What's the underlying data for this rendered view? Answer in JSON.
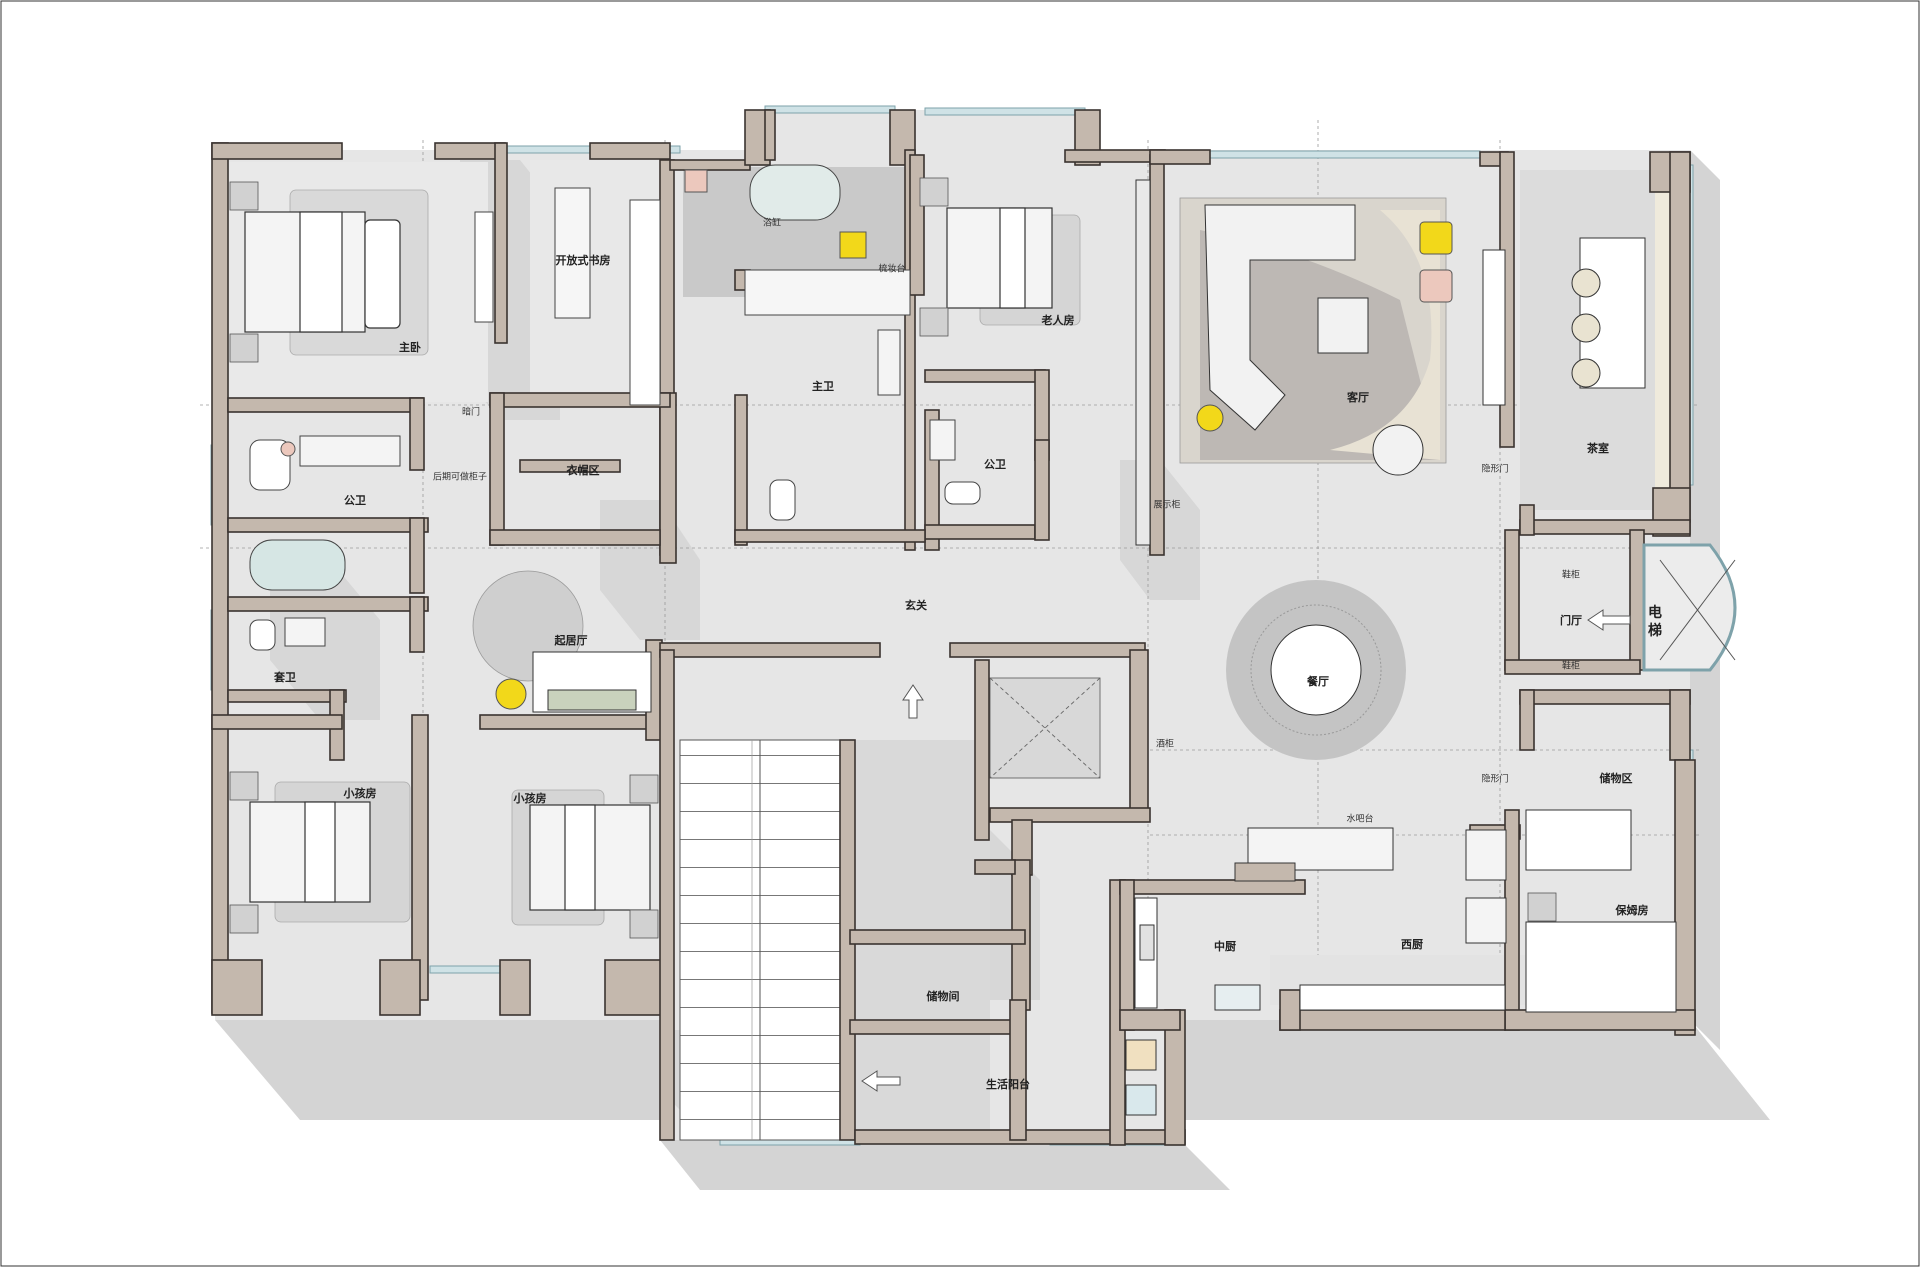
{
  "labels": {
    "master_bedroom": "主卧",
    "open_study": "开放式书房",
    "master_bath": "主卫",
    "bathtub": "浴缸",
    "vanity": "梳妆台",
    "elder_room": "老人房",
    "hidden_door_1": "暗门",
    "cloakroom": "衣帽区",
    "rear_cabinet": "后期可做柜子",
    "public_bath_left": "公卫",
    "public_bath_mid": "公卫",
    "display_cabinet": "展示柜",
    "living_room": "客厅",
    "hidden_door_2": "隐形门",
    "tea_room": "茶室",
    "entrance": "玄关",
    "family_room": "起居厅",
    "suite_bath": "套卫",
    "dining_room": "餐厅",
    "shoe_cabinet_1": "鞋柜",
    "foyer": "门厅",
    "elevator_1": "电",
    "elevator_2": "梯",
    "shoe_cabinet_2": "鞋柜",
    "kids_room_1": "小孩房",
    "kids_room_2": "小孩房",
    "wine_cabinet": "酒柜",
    "hidden_door_3": "隐形门",
    "storage_area": "储物区",
    "water_bar": "水吧台",
    "chinese_kitchen": "中厨",
    "western_kitchen": "西厨",
    "nanny_room": "保姆房",
    "storage_room": "储物间",
    "service_balcony": "生活阳台"
  },
  "colors": {
    "wall": "#c4b8ad",
    "wall_line": "#3a3330",
    "floor": "#e6e6e6",
    "shadow": "#d2d2d2",
    "window": "#bfd6dc",
    "accent_yellow": "#f2d81a",
    "accent_pink": "#ecc8bd"
  }
}
